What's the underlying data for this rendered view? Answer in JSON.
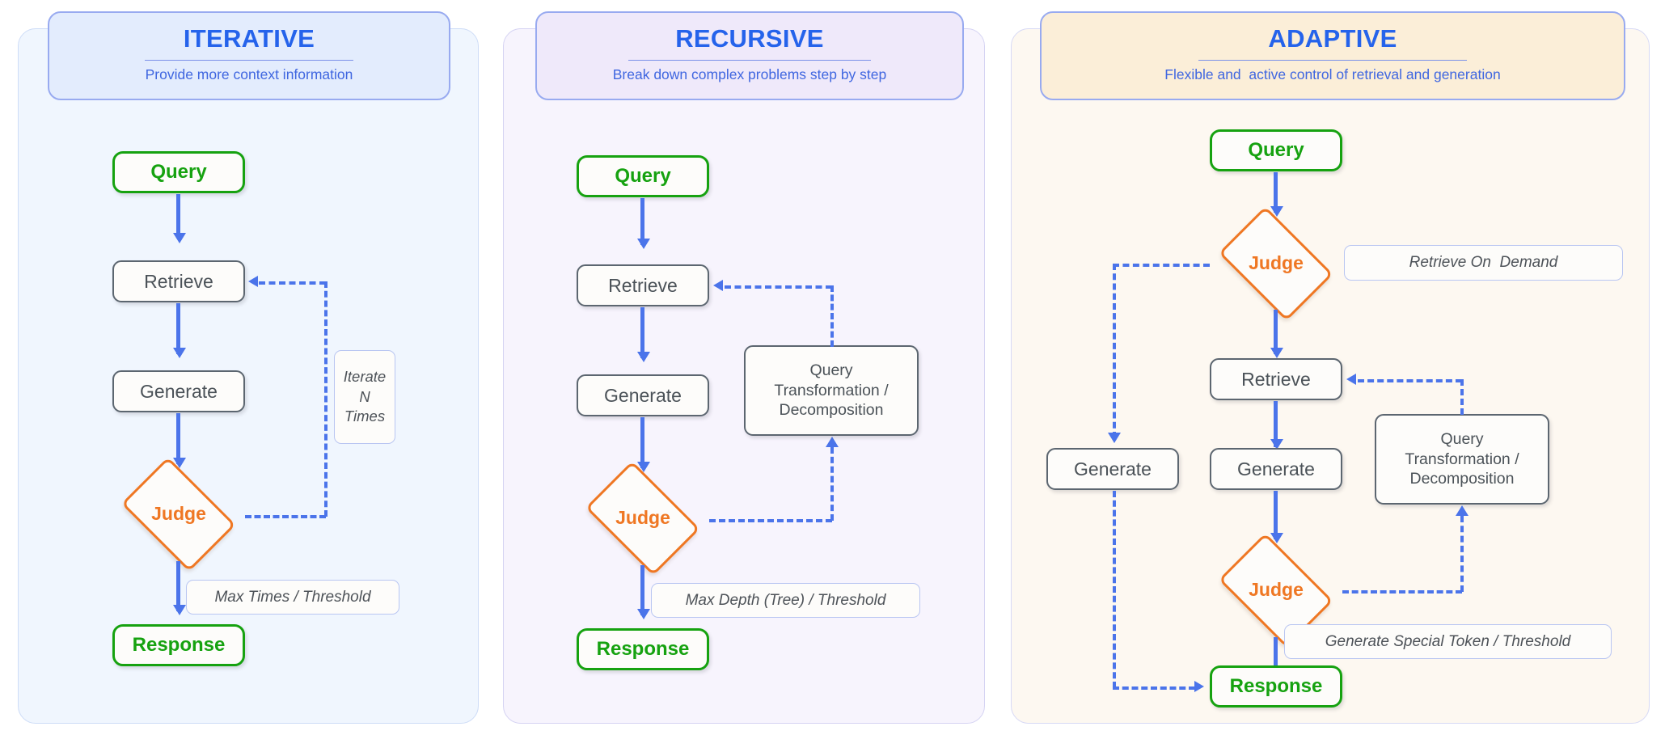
{
  "diagram": {
    "title_colors": {
      "heading": "#2563eb",
      "terminal": "#16a210",
      "decision": "#ef7723",
      "process": "#4b5258",
      "connector": "#4b74ea"
    },
    "panels": [
      {
        "id": "iterative",
        "title": "ITERATIVE",
        "subtitle": "Provide more context information",
        "header_bg": "#e3ecfd",
        "panel_bg": "#f0f6fe",
        "nodes": [
          {
            "name": "query",
            "label": "Query",
            "kind": "terminal"
          },
          {
            "name": "retrieve",
            "label": "Retrieve",
            "kind": "process"
          },
          {
            "name": "generate",
            "label": "Generate",
            "kind": "process"
          },
          {
            "name": "judge",
            "label": "Judge",
            "kind": "decision"
          },
          {
            "name": "response",
            "label": "Response",
            "kind": "terminal"
          }
        ],
        "annotations": [
          {
            "name": "iterate-n-times",
            "lines": [
              "Iterate",
              "N",
              "Times"
            ]
          },
          {
            "name": "max-times-threshold",
            "text": "Max Times / Threshold"
          }
        ]
      },
      {
        "id": "recursive",
        "title": "RECURSIVE",
        "subtitle": "Break down complex problems step by step",
        "header_bg": "#efe9fa",
        "panel_bg": "#f7f4fd",
        "nodes": [
          {
            "name": "query",
            "label": "Query",
            "kind": "terminal"
          },
          {
            "name": "retrieve",
            "label": "Retrieve",
            "kind": "process"
          },
          {
            "name": "generate",
            "label": "Generate",
            "kind": "process"
          },
          {
            "name": "judge",
            "label": "Judge",
            "kind": "decision"
          },
          {
            "name": "response",
            "label": "Response",
            "kind": "terminal"
          },
          {
            "name": "query-transformation",
            "label": "Query\nTransformation /\nDecomposition",
            "kind": "process"
          }
        ],
        "annotations": [
          {
            "name": "max-depth-threshold",
            "text": "Max Depth (Tree) / Threshold"
          }
        ]
      },
      {
        "id": "adaptive",
        "title": "ADAPTIVE",
        "subtitle": "Flexible and  active control of retrieval and generation",
        "header_bg": "#fbeed8",
        "panel_bg": "#fdf8f1",
        "nodes": [
          {
            "name": "query",
            "label": "Query",
            "kind": "terminal"
          },
          {
            "name": "judge-top",
            "label": "Judge",
            "kind": "decision"
          },
          {
            "name": "retrieve",
            "label": "Retrieve",
            "kind": "process"
          },
          {
            "name": "generate-left",
            "label": "Generate",
            "kind": "process"
          },
          {
            "name": "generate-mid",
            "label": "Generate",
            "kind": "process"
          },
          {
            "name": "judge-bottom",
            "label": "Judge",
            "kind": "decision"
          },
          {
            "name": "response",
            "label": "Response",
            "kind": "terminal"
          },
          {
            "name": "query-transformation",
            "label": "Query\nTransformation /\nDecomposition",
            "kind": "process"
          }
        ],
        "annotations": [
          {
            "name": "retrieve-on-demand",
            "text": "Retrieve On  Demand"
          },
          {
            "name": "generate-special-token-threshold",
            "text": "Generate Special Token / Threshold"
          }
        ]
      }
    ]
  }
}
